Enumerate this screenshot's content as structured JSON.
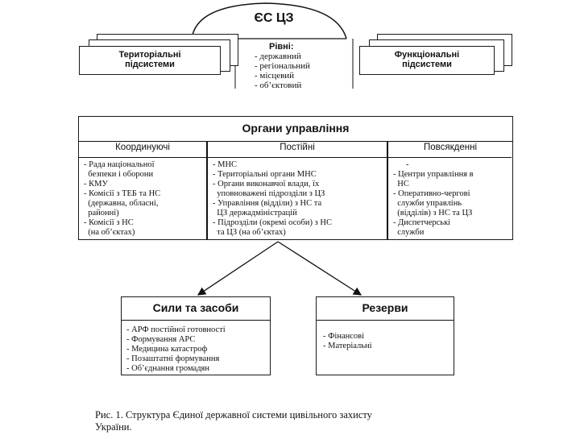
{
  "top": {
    "title": "ЄС ЦЗ",
    "levels_title": "Рівні:",
    "levels": [
      "- державний",
      "- регіональний",
      "- місцевий",
      "- об’єктовий"
    ],
    "left_subsystem": [
      "Територіальні",
      "підсистеми"
    ],
    "right_subsystem": [
      "Функціональні",
      "підсистеми"
    ]
  },
  "organs": {
    "title": "Органи управління",
    "columns": [
      {
        "header": "Координуючі",
        "items": [
          "- Рада національної",
          "  безпеки і оборони",
          "- КМУ",
          "- Комісії з ТЕБ та НС",
          "  (державна, обласні,",
          "  районні)",
          "- Комісії з НС",
          "  (на об’єктах)"
        ]
      },
      {
        "header": "Постійні",
        "items": [
          "- МНС",
          "- Територіальні органи МНС",
          "- Органи виконавчої влади, їх",
          "  уповноважені підрозділи з ЦЗ",
          "- Управління (відділи) з НС та",
          "  ЦЗ держадміністрацій",
          "- Підрозділи (окремі особи) з НС",
          "  та ЦЗ (на об’єктах)"
        ]
      },
      {
        "header": "Повсякденні",
        "items": [
          "-",
          "- Центри управління в",
          "  НС",
          "- Оперативно-чергові",
          "  служби управлінь",
          "  (відділів) з НС та ЦЗ",
          "- Диспетчерські",
          "  служби"
        ]
      }
    ]
  },
  "forces": {
    "title": "Сили та засоби",
    "items": [
      "- АРФ постійної готовності",
      "- Формування АРС",
      "- Медицина катастроф",
      "- Позаштатні формування",
      "- Об’єднання громадян"
    ]
  },
  "reserves": {
    "title": "Резерви",
    "items": [
      "- Фінансові",
      "- Матеріальні"
    ]
  },
  "caption": [
    "Рис. 1. Структура Єдиної державної системи цивільного захисту",
    "України."
  ]
}
